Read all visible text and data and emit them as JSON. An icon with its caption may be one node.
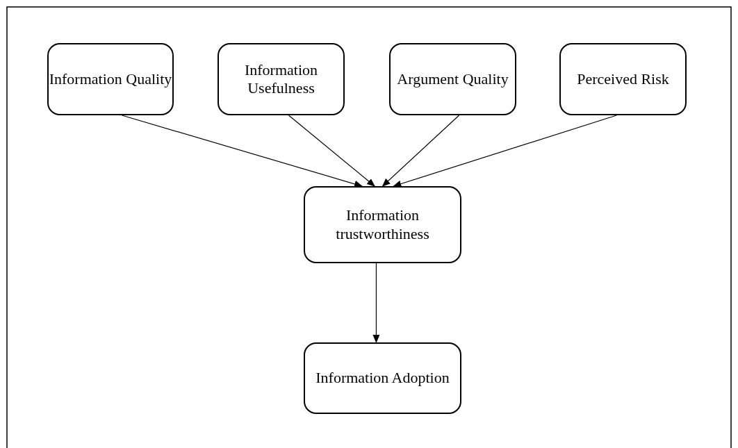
{
  "diagram": {
    "nodes": [
      {
        "text": [
          "Information Quality"
        ]
      },
      {
        "text": [
          "Information Usefulness"
        ]
      },
      {
        "text": [
          "Argument Quality"
        ]
      },
      {
        "text": [
          "Perceived Risk"
        ]
      },
      {
        "text": [
          "Information trustworthiness"
        ]
      },
      {
        "text": [
          "Information Adoption"
        ]
      }
    ],
    "edges": [
      {
        "from": 0,
        "to": 4,
        "arrow": "to"
      },
      {
        "from": 1,
        "to": 4,
        "arrow": "to"
      },
      {
        "from": 2,
        "to": 4,
        "arrow": "to"
      },
      {
        "from": 3,
        "to": 4,
        "arrow": "to"
      },
      {
        "from": 4,
        "to": 5,
        "arrow": "to"
      }
    ]
  }
}
